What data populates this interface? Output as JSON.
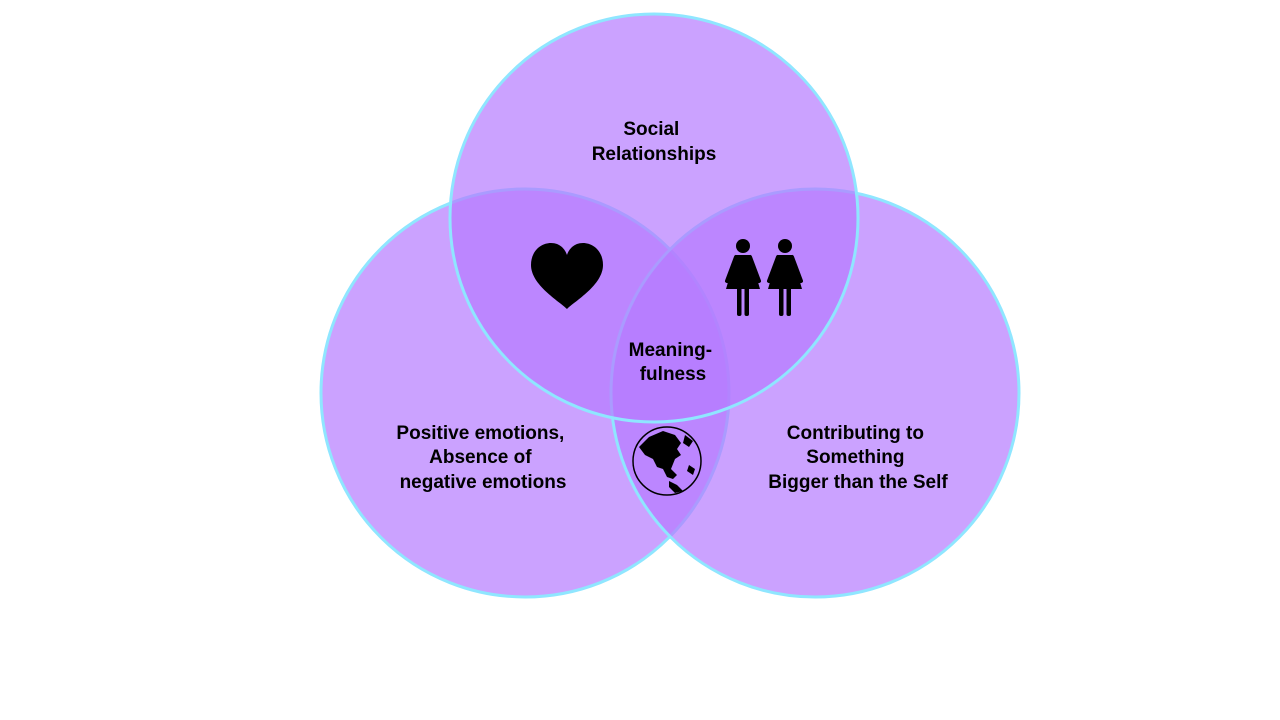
{
  "colors": {
    "background": "#ffffff",
    "circle_fill": "#b57bff",
    "circle_stroke": "#8fe6ff",
    "label": "#000000",
    "icon": "#000000"
  },
  "circles": {
    "top": {
      "lines": [
        "Social",
        "Relationships"
      ]
    },
    "left": {
      "lines": [
        "Positive emotions,",
        "Absence of",
        "negative emotions"
      ]
    },
    "right": {
      "lines": [
        "Contributing to",
        "Something",
        "Bigger than the Self"
      ]
    }
  },
  "center": {
    "lines": [
      "Meaning-",
      "fulness"
    ]
  },
  "icons": {
    "top_left_overlap": "heart-icon",
    "top_right_overlap": "two-people-icon",
    "bottom_overlap": "globe-icon"
  }
}
